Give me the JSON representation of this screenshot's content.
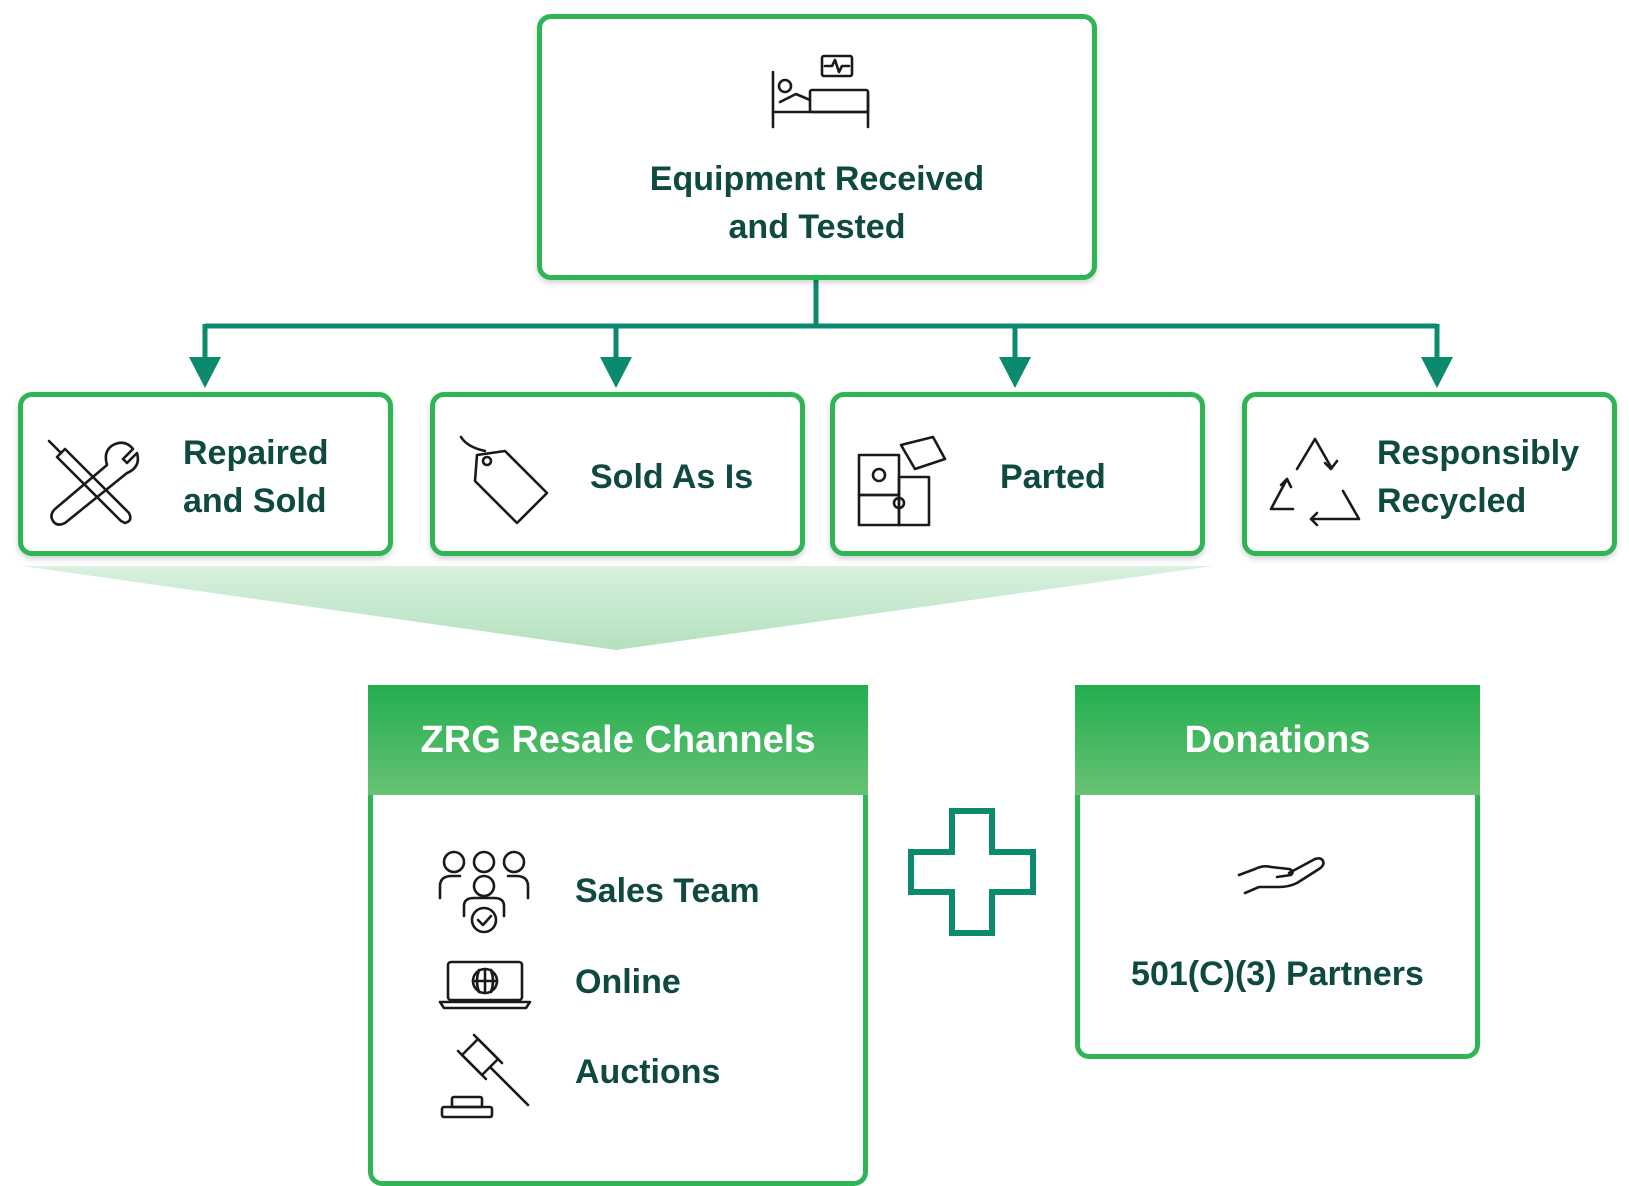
{
  "top": {
    "line1": "Equipment Received",
    "line2": "and Tested",
    "icon": "hospital-bed-icon"
  },
  "branches": [
    {
      "line1": "Repaired",
      "line2": "and Sold",
      "icon": "tools-icon"
    },
    {
      "line1": "Sold As Is",
      "icon": "price-tag-icon"
    },
    {
      "line1": "Parted",
      "icon": "puzzle-icon"
    },
    {
      "line1": "Responsibly",
      "line2": "Recycled",
      "icon": "recycle-icon"
    }
  ],
  "resale": {
    "title": "ZRG Resale Channels",
    "items": [
      {
        "label": "Sales Team",
        "icon": "team-check-icon"
      },
      {
        "label": "Online",
        "icon": "laptop-globe-icon"
      },
      {
        "label": "Auctions",
        "icon": "gavel-icon"
      }
    ]
  },
  "plus_icon": "plus-icon",
  "donations": {
    "title": "Donations",
    "label": "501(C)(3) Partners",
    "icon": "open-hand-icon"
  },
  "colors": {
    "green": "#2fb456",
    "teal": "#0b8a6e",
    "text": "#0e4a40",
    "funnel": "#bfe6c8"
  }
}
